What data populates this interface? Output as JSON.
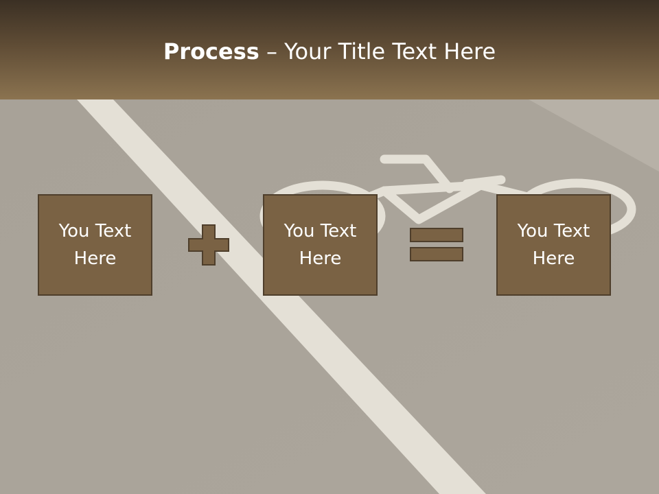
{
  "slide": {
    "title_bold": "Process",
    "title_rest": " – Your Title Text Here"
  },
  "process_boxes": [
    {
      "label": "You Text Here"
    },
    {
      "label": "You Text Here"
    },
    {
      "label": "You Text Here"
    }
  ],
  "operators": [
    "plus-icon",
    "equals-icon"
  ],
  "colors": {
    "header_dark": "#3b3024",
    "header_light": "#8b7350",
    "box_fill": "#7a6244",
    "box_border": "#4e3e2b",
    "asphalt": "#a9a39a",
    "road_marking": "#e4e0d6"
  }
}
